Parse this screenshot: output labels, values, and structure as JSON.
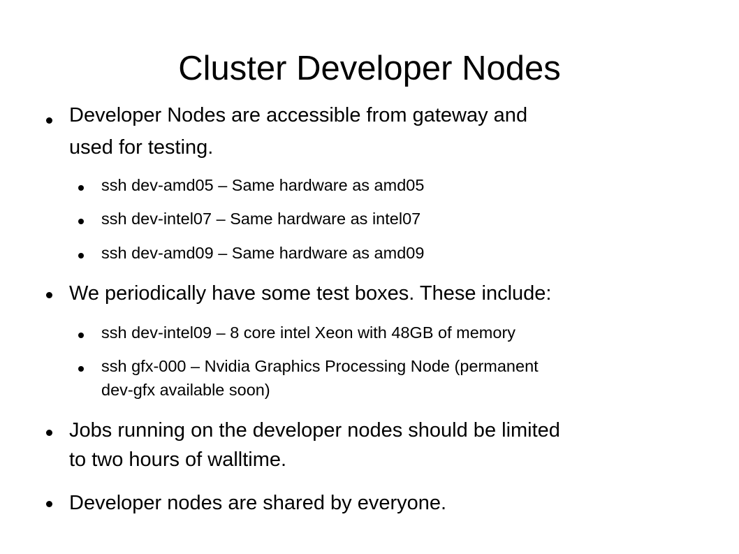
{
  "slide": {
    "title": "Cluster Developer Nodes",
    "bullets": [
      {
        "lines": [
          "Developer Nodes are accessible from gateway and",
          "used for testing."
        ],
        "sub": [
          "ssh dev-amd05 – Same hardware as amd05",
          "ssh dev-intel07 – Same hardware as intel07",
          "ssh dev-amd09 – Same hardware as amd09"
        ]
      },
      {
        "lines": [
          "We periodically have some test boxes.  These include:"
        ],
        "sub": [
          "ssh dev-intel09 – 8 core intel Xeon with 48GB of memory",
          "ssh gfx-000 – Nvidia Graphics Processing Node (permanent",
          "dev-gfx available soon)"
        ]
      },
      {
        "lines": [
          "Jobs running on the developer nodes should be limited",
          "to two hours of walltime."
        ]
      },
      {
        "lines": [
          "Developer nodes are shared by everyone."
        ]
      }
    ]
  }
}
